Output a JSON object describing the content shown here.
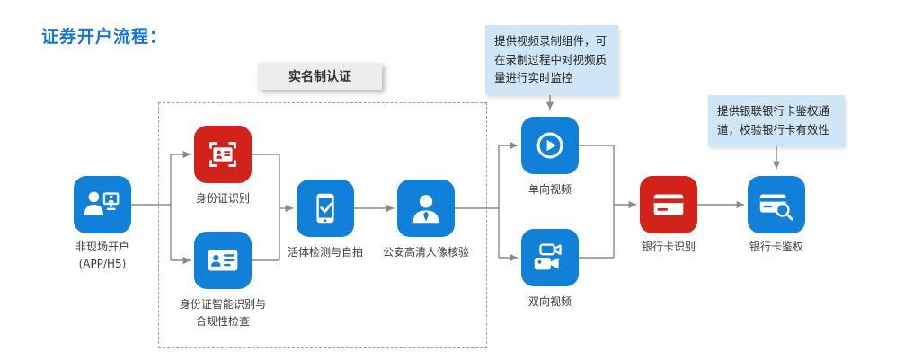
{
  "title": "证券开户流程：",
  "colors": {
    "blue": "#1180d8",
    "red": "#d2231a",
    "callout_bg": "#cfe6f8",
    "line": "#8a8a8a",
    "title": "#1377d6"
  },
  "group": {
    "label": "实名制认证"
  },
  "nodes": {
    "remote": {
      "label1": "非现场开户",
      "label2": "(APP/H5)"
    },
    "id_ocr": {
      "label": "身份证识别"
    },
    "id_smart": {
      "label1": "身份证智能识别与",
      "label2": "合规性检查"
    },
    "liveness": {
      "label": "活体检测与自拍"
    },
    "police": {
      "label": "公安高清人像核验"
    },
    "one_way": {
      "label": "单向视频"
    },
    "two_way": {
      "label": "双向视频"
    },
    "card_ocr": {
      "label": "银行卡识别"
    },
    "card_auth": {
      "label": "银行卡鉴权"
    }
  },
  "callouts": {
    "video": "提供视频录制组件，可在录制过程中对视频质量进行实时监控",
    "card": "提供银联银行卡鉴权通道，校验银行卡有效性"
  }
}
